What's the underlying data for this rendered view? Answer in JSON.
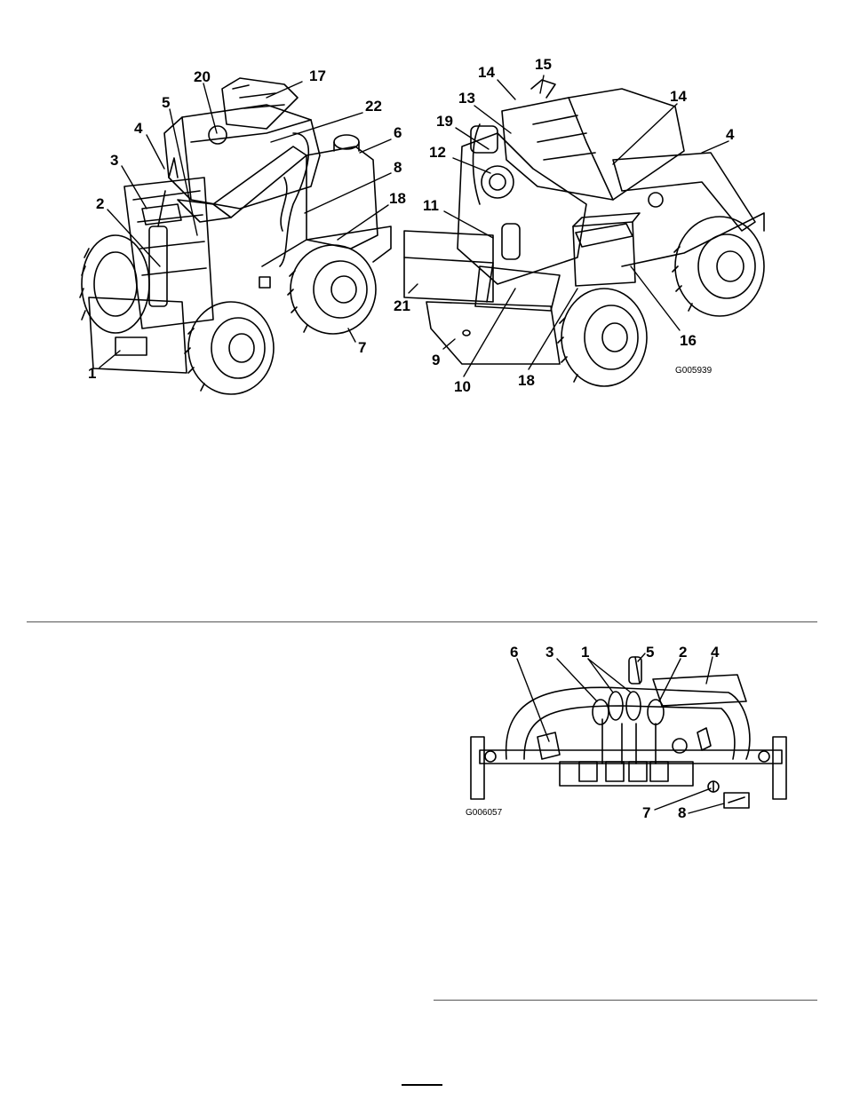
{
  "figure1": {
    "left_view_callouts": [
      "20",
      "17",
      "5",
      "22",
      "4",
      "6",
      "3",
      "8",
      "2",
      "18",
      "7",
      "1"
    ],
    "right_view_callouts": [
      "14",
      "15",
      "13",
      "14",
      "19",
      "4",
      "12",
      "11",
      "21",
      "16",
      "9",
      "18",
      "10"
    ],
    "figure_code": "G005939"
  },
  "figure2": {
    "callouts": [
      "6",
      "3",
      "1",
      "5",
      "2",
      "4",
      "7",
      "8"
    ],
    "figure_code": "G006057"
  },
  "colors": {
    "ink": "#000000",
    "rule": "#555555",
    "background": "#ffffff"
  }
}
